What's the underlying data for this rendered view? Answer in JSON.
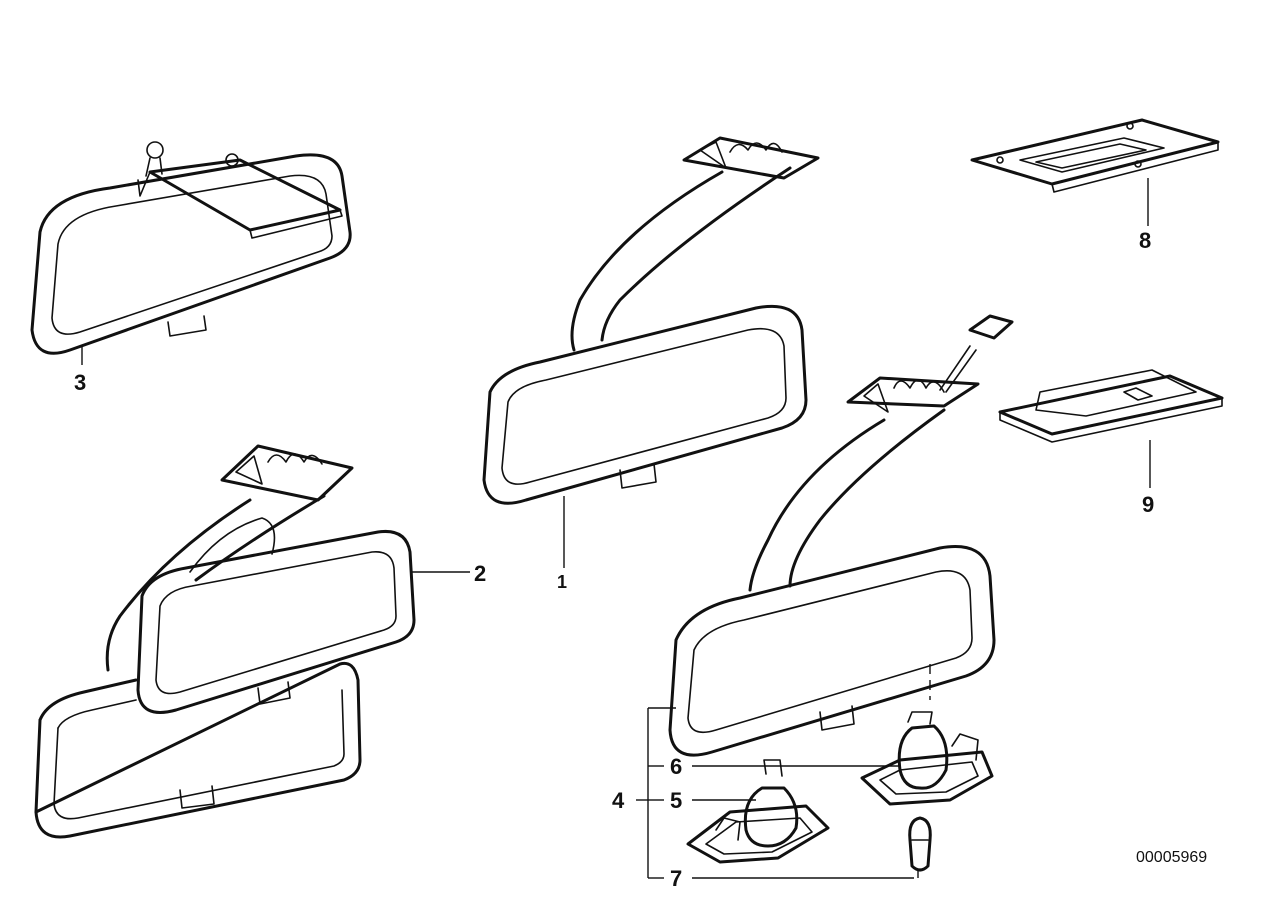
{
  "callouts": {
    "c1": "1",
    "c2": "2",
    "c3": "3",
    "c4": "4",
    "c5": "5",
    "c6": "6",
    "c7": "7",
    "c8": "8",
    "c9": "9"
  },
  "reference_number": "00005969"
}
